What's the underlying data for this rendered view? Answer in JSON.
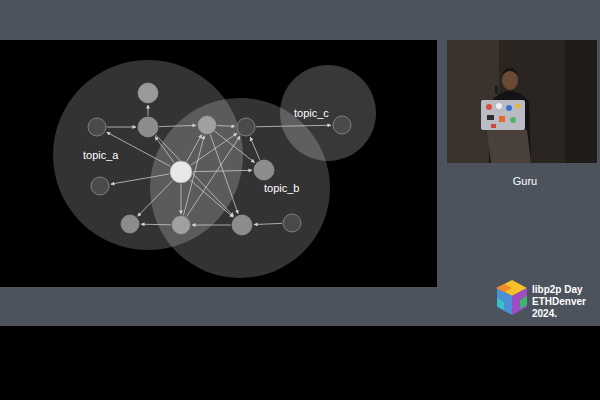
{
  "diagram": {
    "nodes": [
      {
        "text": [
          "topic_a"
        ]
      },
      {
        "text": [
          "topic_b"
        ]
      },
      {
        "text": [
          "topic_c"
        ]
      }
    ],
    "labels": [
      "Guru",
      "libp2p Day",
      "ETHDenver",
      "2024."
    ]
  }
}
